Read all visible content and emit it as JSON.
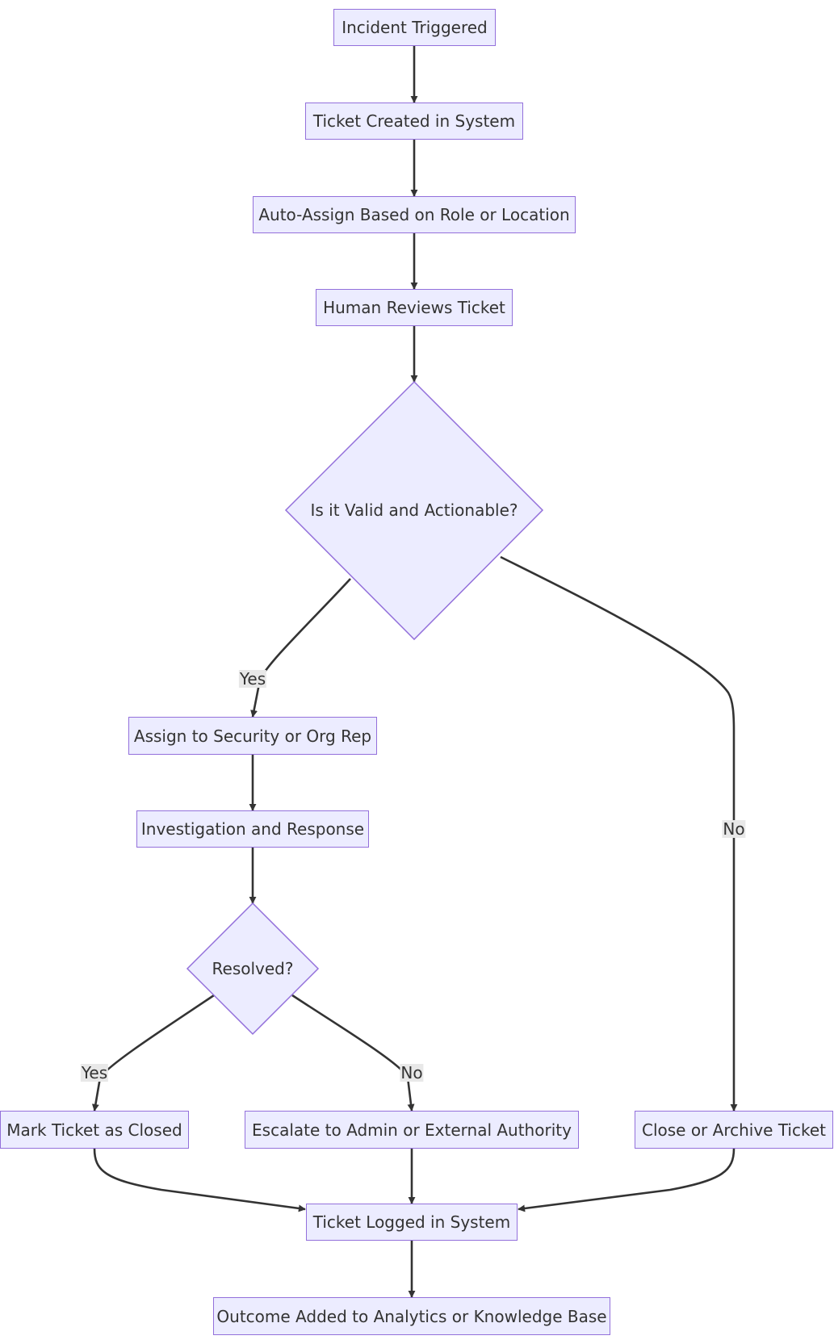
{
  "colors": {
    "node_fill": "#ECECFF",
    "node_border": "#9370DB",
    "text": "#333333",
    "edge": "#333333",
    "edge_label_bg": "#e8e8e8"
  },
  "nodes": {
    "incident_triggered": "Incident Triggered",
    "ticket_created": "Ticket Created in System",
    "auto_assign": "Auto-Assign Based on Role or Location",
    "human_reviews": "Human Reviews Ticket",
    "valid_decision": "Is it Valid and Actionable?",
    "assign_security": "Assign to Security or Org Rep",
    "investigation": "Investigation and Response",
    "resolved_decision": "Resolved?",
    "mark_closed": "Mark Ticket as Closed",
    "escalate": "Escalate to Admin or External Authority",
    "close_archive": "Close or Archive Ticket",
    "ticket_logged": "Ticket Logged in System",
    "outcome_added": "Outcome Added to Analytics or Knowledge Base"
  },
  "edge_labels": {
    "valid_yes": "Yes",
    "valid_no": "No",
    "resolved_yes": "Yes",
    "resolved_no": "No"
  }
}
